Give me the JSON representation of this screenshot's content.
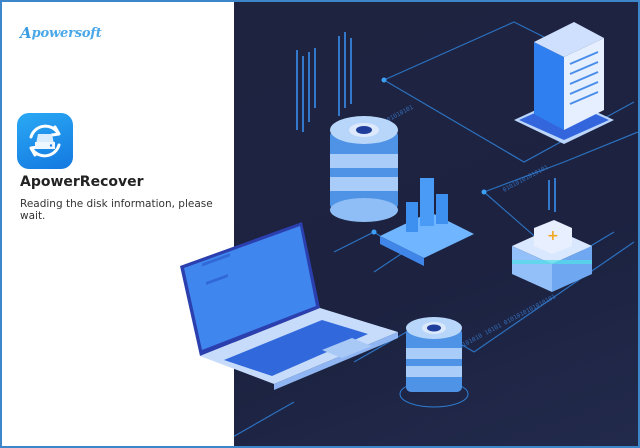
{
  "brand": {
    "logo_initial": "A",
    "logo_rest": "powersoft"
  },
  "app": {
    "name": "ApowerRecover",
    "icon": "disk-recovery-icon"
  },
  "status": {
    "message": "Reading the disk information, please wait."
  },
  "illustration": {
    "elements": [
      "laptop",
      "database-stack-top",
      "bar-chart-block",
      "server-tower",
      "medical-kit-block",
      "database-stack-bottom"
    ],
    "binary_labels": [
      "01010101010101",
      "01010101010101",
      "010101010  10101  0101010101010101"
    ]
  },
  "colors": {
    "border": "#3d86c9",
    "panel_bg": "#1e2440",
    "accent": "#3a8ef0",
    "brand_text": "#4aa7e8"
  }
}
